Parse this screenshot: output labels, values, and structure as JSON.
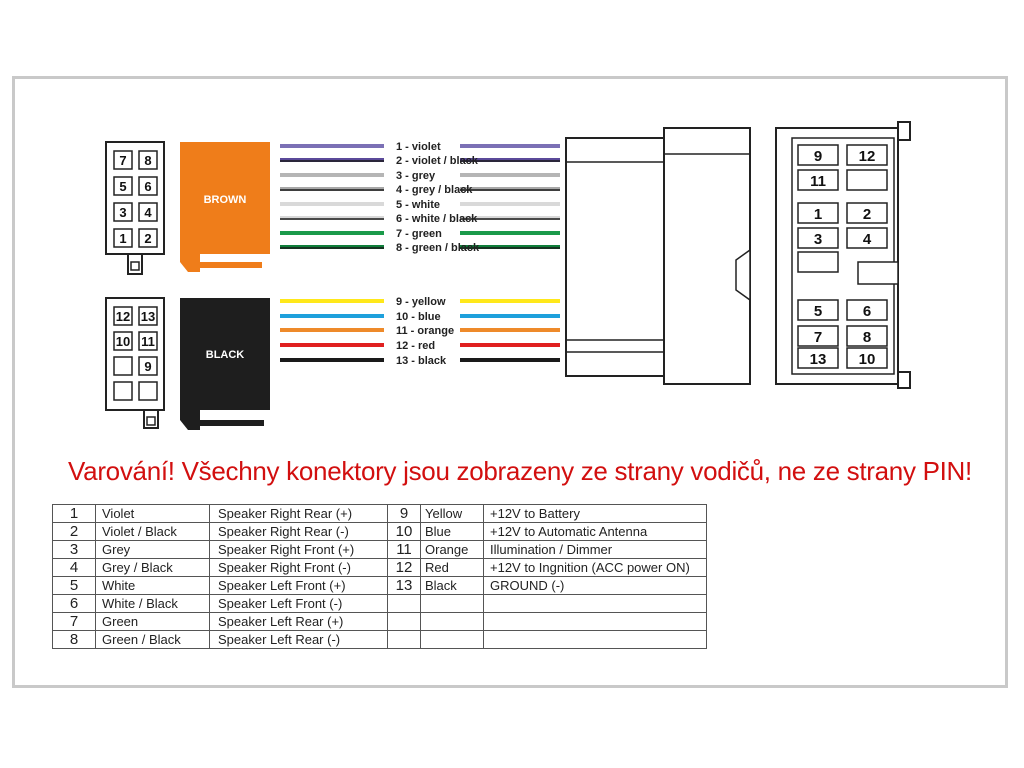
{
  "connector_brown": {
    "label": "BROWN",
    "color": "#ef7d1a",
    "pins": [
      "7",
      "8",
      "5",
      "6",
      "3",
      "4",
      "1",
      "2"
    ]
  },
  "connector_black": {
    "label": "BLACK",
    "color": "#1e1e1e",
    "pins": [
      "12",
      "13",
      "10",
      "11",
      "",
      "9",
      "",
      ""
    ]
  },
  "wires": [
    {
      "label": "1 - violet",
      "color": "#7b70b5",
      "stripe": ""
    },
    {
      "label": "2 - violet / black",
      "color": "#5b4a9a",
      "stripe": "#1a1a1a"
    },
    {
      "label": "3 - grey",
      "color": "#b5b5b5",
      "stripe": ""
    },
    {
      "label": "4 - grey / black",
      "color": "#a8a8a8",
      "stripe": "#1a1a1a"
    },
    {
      "label": "5 - white",
      "color": "#e8e8e8",
      "stripe": ""
    },
    {
      "label": "6 - white / black",
      "color": "#e3e3e3",
      "stripe": "#1a1a1a"
    },
    {
      "label": "7 - green",
      "color": "#1a9a4a",
      "stripe": ""
    },
    {
      "label": "8 - green / black",
      "color": "#0f7f3a",
      "stripe": "#1a1a1a"
    },
    {
      "label": "9 - yellow",
      "color": "#ffe81a",
      "stripe": ""
    },
    {
      "label": "10 - blue",
      "color": "#1ea0dc",
      "stripe": ""
    },
    {
      "label": "11 - orange",
      "color": "#ee8a2a",
      "stripe": ""
    },
    {
      "label": "12 - red",
      "color": "#e02020",
      "stripe": ""
    },
    {
      "label": "13 - black",
      "color": "#1a1a1a",
      "stripe": ""
    }
  ],
  "radio_connector": {
    "pins": [
      [
        "9",
        "12"
      ],
      [
        "11",
        ""
      ],
      [
        "1",
        "2"
      ],
      [
        "3",
        "4"
      ],
      [
        "",
        ""
      ],
      [
        "5",
        "6"
      ],
      [
        "7",
        "8"
      ],
      [
        "13",
        "10"
      ]
    ]
  },
  "warning": "Varování! Všechny konektory jsou zobrazeny ze strany vodičů, ne ze strany PIN!",
  "table_rows": [
    {
      "n": "1",
      "color": "Violet",
      "func": "Speaker Right Rear (+)",
      "n2": "9",
      "color2": "Yellow",
      "func2": "+12V to Battery"
    },
    {
      "n": "2",
      "color": "Violet / Black",
      "func": "Speaker Right Rear (-)",
      "n2": "10",
      "color2": "Blue",
      "func2": "+12V to Automatic Antenna"
    },
    {
      "n": "3",
      "color": "Grey",
      "func": "Speaker Right Front (+)",
      "n2": "11",
      "color2": "Orange",
      "func2": "Illumination / Dimmer"
    },
    {
      "n": "4",
      "color": "Grey / Black",
      "func": "Speaker Right Front (-)",
      "n2": "12",
      "color2": "Red",
      "func2": "+12V to Ingnition (ACC power ON)"
    },
    {
      "n": "5",
      "color": "White",
      "func": "Speaker Left Front (+)",
      "n2": "13",
      "color2": "Black",
      "func2": "GROUND (-)"
    },
    {
      "n": "6",
      "color": "White / Black",
      "func": "Speaker Left Front (-)",
      "n2": "",
      "color2": "",
      "func2": ""
    },
    {
      "n": "7",
      "color": "Green",
      "func": "Speaker Left Rear (+)",
      "n2": "",
      "color2": "",
      "func2": ""
    },
    {
      "n": "8",
      "color": "Green / Black",
      "func": "Speaker Left Rear (-)",
      "n2": "",
      "color2": "",
      "func2": ""
    }
  ]
}
